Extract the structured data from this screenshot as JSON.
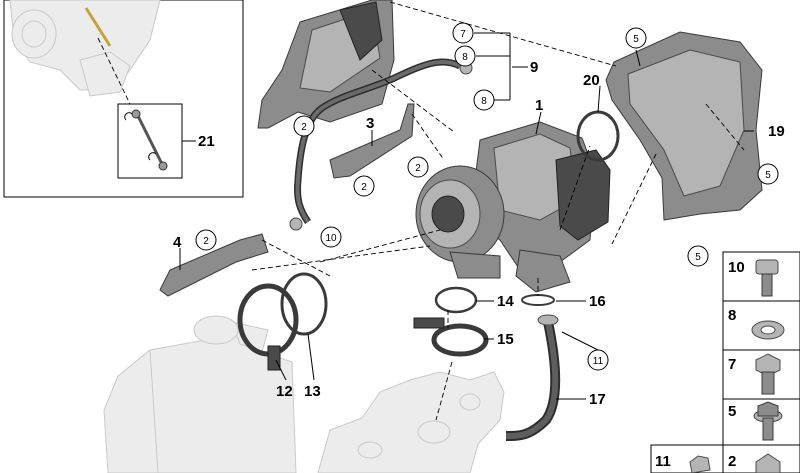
{
  "callouts": {
    "c1": "1",
    "c2a": "2",
    "c2b": "2",
    "c2c": "2",
    "c2d": "2",
    "c3": "3",
    "c4": "4",
    "c5a": "5",
    "c5b": "5",
    "c5c": "5",
    "c7": "7",
    "c8a": "8",
    "c8b": "8",
    "c9": "9",
    "c10": "10",
    "c11": "11",
    "c12": "12",
    "c13": "13",
    "c14": "14",
    "c15": "15",
    "c16": "16",
    "c17": "17",
    "c19": "19",
    "c20": "20",
    "c21": "21"
  },
  "legend": {
    "items": [
      {
        "num": "10",
        "icon": "bolt-icon"
      },
      {
        "num": "8",
        "icon": "washer-icon"
      },
      {
        "num": "7",
        "icon": "banjo-bolt-icon"
      },
      {
        "num": "5",
        "icon": "collar-bolt-icon"
      },
      {
        "num": "11",
        "icon": "nut-icon"
      },
      {
        "num": "2",
        "icon": "hex-bolt-icon"
      }
    ]
  },
  "colors": {
    "part": "#8c8c8c",
    "ghost": "#ececec",
    "line": "#000000"
  }
}
